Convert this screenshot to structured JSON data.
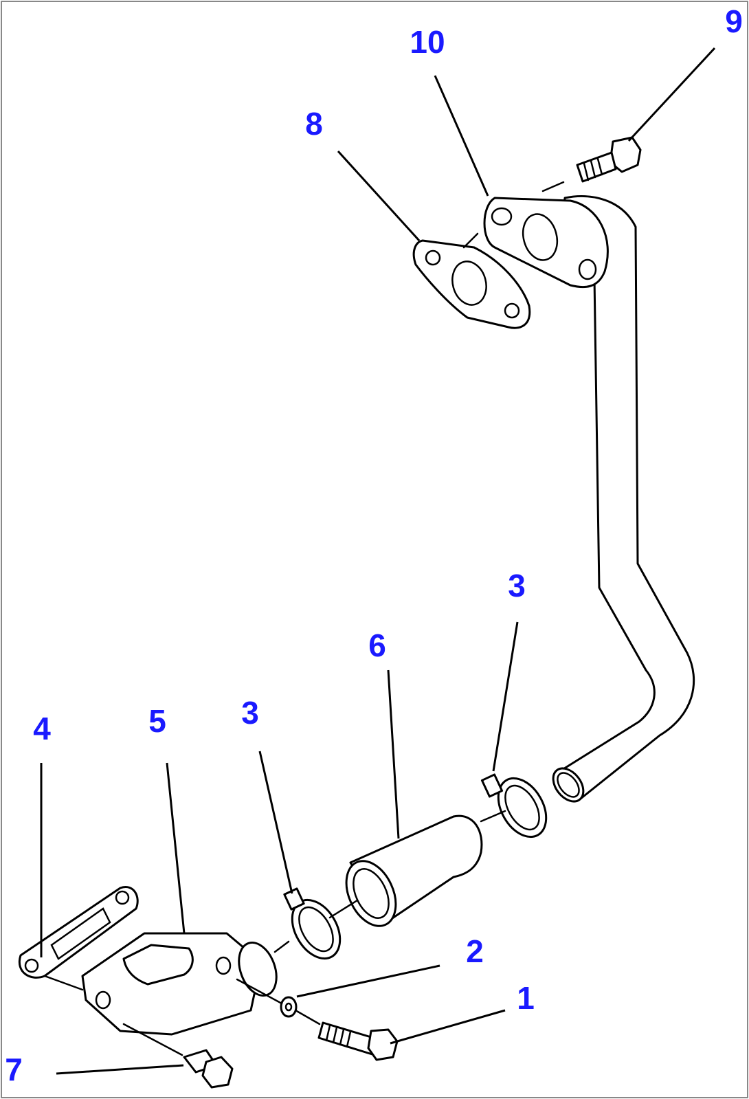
{
  "diagram": {
    "colors": {
      "callout": "#1a1aff",
      "line": "#000000",
      "background": "#ffffff"
    },
    "callouts": [
      {
        "id": "1",
        "label": "1"
      },
      {
        "id": "2",
        "label": "2"
      },
      {
        "id": "3a",
        "label": "3"
      },
      {
        "id": "3b",
        "label": "3"
      },
      {
        "id": "4",
        "label": "4"
      },
      {
        "id": "5",
        "label": "5"
      },
      {
        "id": "6",
        "label": "6"
      },
      {
        "id": "7",
        "label": "7"
      },
      {
        "id": "8",
        "label": "8"
      },
      {
        "id": "9",
        "label": "9"
      },
      {
        "id": "10",
        "label": "10"
      }
    ]
  }
}
